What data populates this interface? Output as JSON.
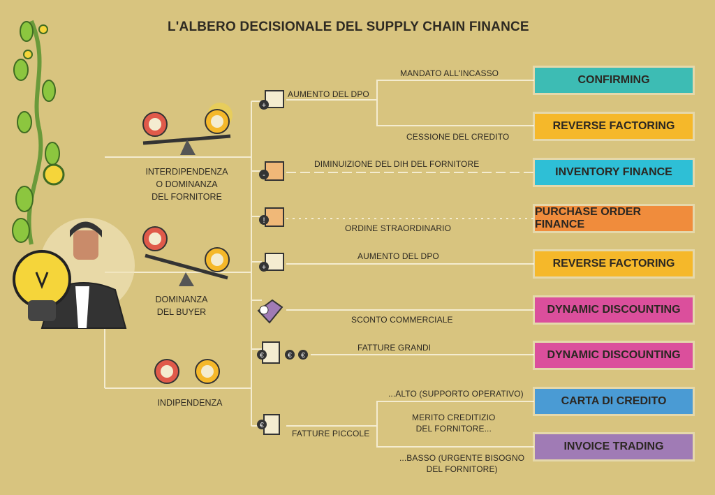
{
  "title": "L'ALBERO DECISIONALE DEL SUPPLY CHAIN FINANCE",
  "groups": {
    "interdipendenza": "INTERDIPENDENZA\nO DOMINANZA\nDEL FORNITORE",
    "dominanza_buyer": "DOMINANZA\nDEL BUYER",
    "indipendenza": "INDIPENDENZA"
  },
  "conditions": {
    "aumento_dpo_1": "AUMENTO DEL DPO",
    "mandato": "MANDATO ALL'INCASSO",
    "cessione": "CESSIONE DEL CREDITO",
    "dih": "DIMINUIZIONE DEL DIH DEL FORNITORE",
    "ordine": "ORDINE STRAORDINARIO",
    "aumento_dpo_2": "AUMENTO DEL DPO",
    "sconto": "SCONTO COMMERCIALE",
    "fatture_grandi": "FATTURE GRANDI",
    "fatture_piccole": "FATTURE PICCOLE",
    "alto": "...ALTO (SUPPORTO OPERATIVO)",
    "merito": "MERITO CREDITIZIO\nDEL FORNITORE...",
    "basso": "...BASSO (URGENTE BISOGNO\nDEL FORNITORE)"
  },
  "products": {
    "confirming": "CONFIRMING",
    "reverse_factoring_1": "REVERSE FACTORING",
    "inventory_finance": "INVENTORY FINANCE",
    "purchase_order_finance": "PURCHASE ORDER FINANCE",
    "reverse_factoring_2": "REVERSE FACTORING",
    "dynamic_discounting_1": "DYNAMIC DISCOUNTING",
    "dynamic_discounting_2": "DYNAMIC DISCOUNTING",
    "carta_di_credito": "CARTA DI CREDITO",
    "invoice_trading": "INVOICE TRADING"
  },
  "colors": {
    "teal": "#3dbcb4",
    "yellow": "#f5b82a",
    "cyan": "#2ebfd6",
    "orange": "#f08c3c",
    "pink": "#db4f9c",
    "blue": "#4a9bd4",
    "purple": "#a07bb5",
    "background": "#d8c47f"
  },
  "icons": {
    "currency_symbol": "€"
  }
}
